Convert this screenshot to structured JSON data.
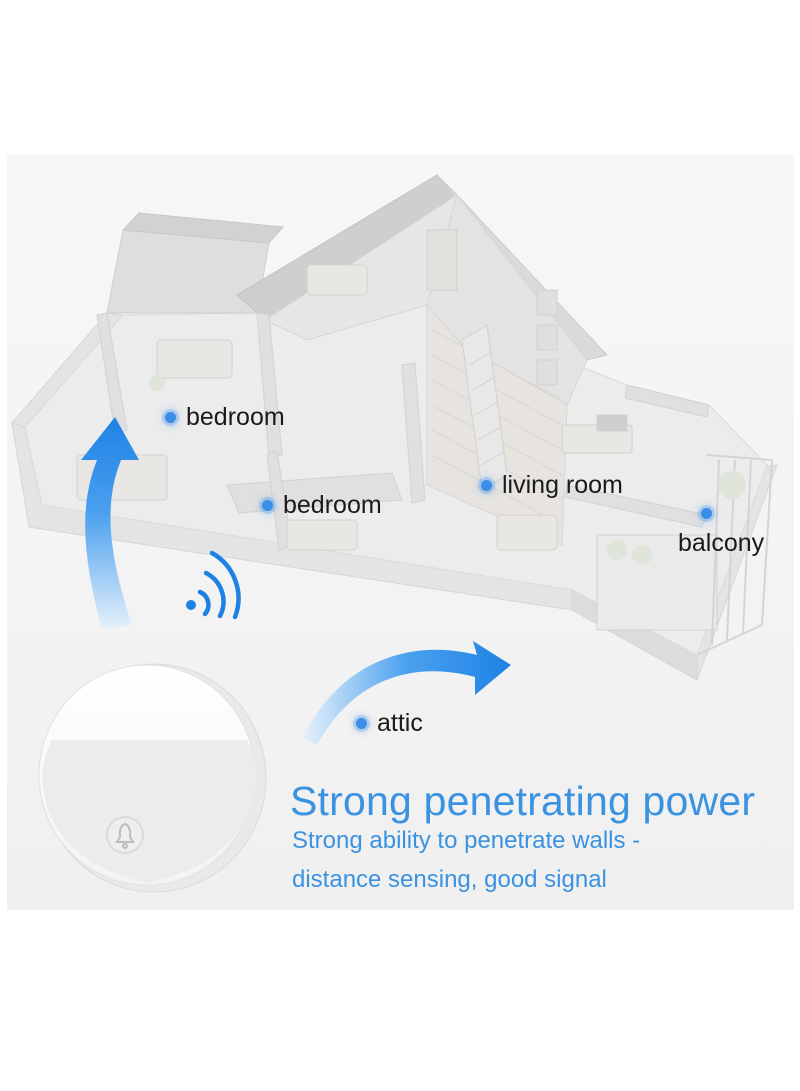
{
  "rooms": {
    "bedroom_upper": "bedroom",
    "bedroom_lower": "bedroom",
    "living_room": "living room",
    "balcony": "balcony",
    "attic": "attic"
  },
  "headline": "Strong penetrating power",
  "subtitle": {
    "line1": "Strong ability to penetrate walls -",
    "line2": "distance sensing, good signal"
  },
  "colors": {
    "accent": "#3a92e0",
    "arrow": "#1e82e4",
    "dot": "#3a8ee6"
  },
  "icons": [
    "curved-arrow-icon",
    "wifi-signal-icon",
    "bell-icon"
  ]
}
